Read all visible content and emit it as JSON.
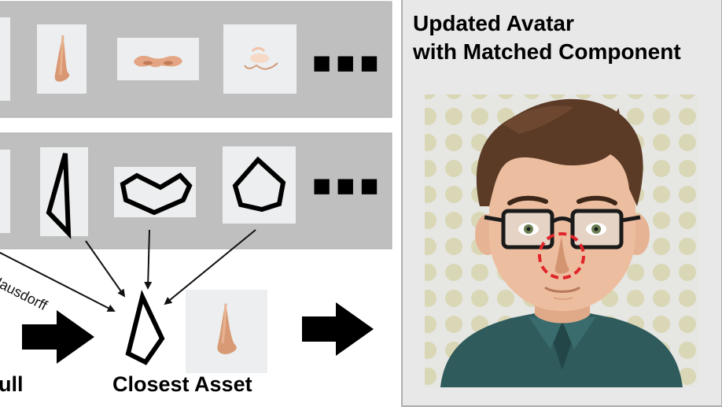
{
  "right_panel": {
    "title_line1": "Updated Avatar",
    "title_line2": "with Matched Component"
  },
  "labels": {
    "closest_asset": "Closest Asset",
    "hull_partial": "ull",
    "hausdorff_partial": "Hausdorff"
  },
  "rows": {
    "asset_row_more": "■■■",
    "hull_row_more": "■■■"
  },
  "colors": {
    "panel_gray": "#bfbfbf",
    "tile_bg": "#e9ecee",
    "skin": "#e7b294",
    "highlight_ring": "#e0262b",
    "hair": "#5a3a26",
    "shirt": "#2f5a5c",
    "dot_pattern": "#d6d4b3"
  },
  "icons": {
    "arrow_right": "thick-arrow-right-icon",
    "avatar": "cartoon-avatar-icon"
  }
}
